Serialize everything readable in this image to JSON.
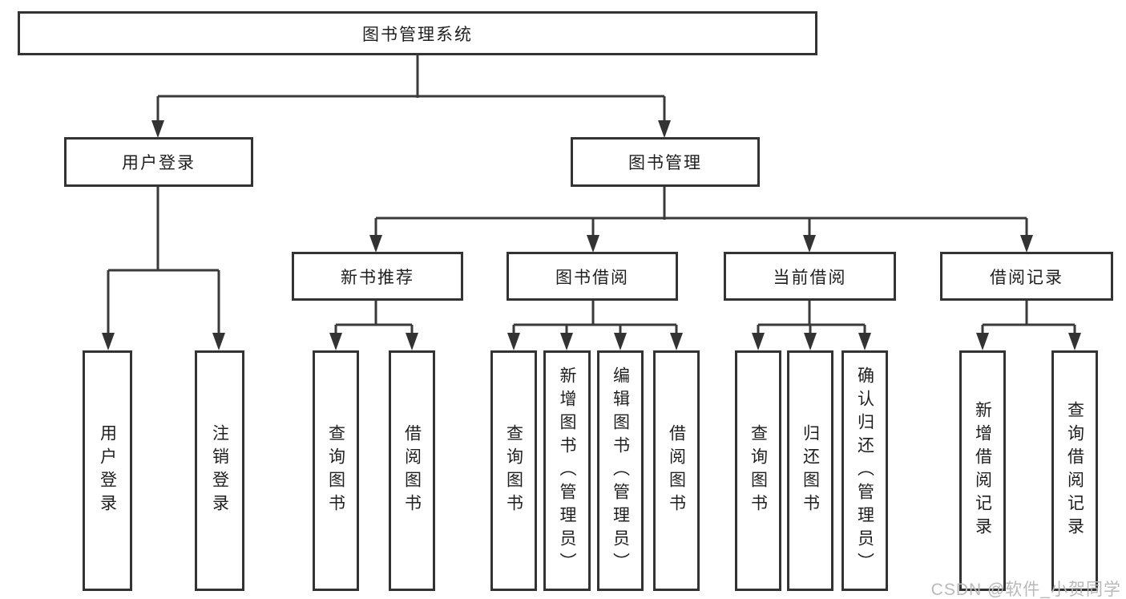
{
  "colors": {
    "background": "#ffffff",
    "box_border": "#333333",
    "connector_line": "#3a3a3a",
    "node_text": "#1f1f1f",
    "watermark_text": "#b9b9b9"
  },
  "tree": {
    "label": "图书管理系统",
    "children": [
      {
        "label": "用户登录",
        "children": [
          {
            "label": "用户登录"
          },
          {
            "label": "注销登录"
          }
        ]
      },
      {
        "label": "图书管理",
        "children": [
          {
            "label": "新书推荐",
            "children": [
              {
                "label": "查询图书"
              },
              {
                "label": "借阅图书"
              }
            ]
          },
          {
            "label": "图书借阅",
            "children": [
              {
                "label": "查询图书"
              },
              {
                "label": "新增图书（管理员）"
              },
              {
                "label": "编辑图书（管理员）"
              },
              {
                "label": "借阅图书"
              }
            ]
          },
          {
            "label": "当前借阅",
            "children": [
              {
                "label": "查询图书"
              },
              {
                "label": "归还图书"
              },
              {
                "label": "确认归还（管理员）"
              }
            ]
          },
          {
            "label": "借阅记录",
            "children": [
              {
                "label": "新增借阅记录"
              },
              {
                "label": "查询借阅记录"
              }
            ]
          }
        ]
      }
    ]
  },
  "watermark": "CSDN @软件_小贺同学"
}
